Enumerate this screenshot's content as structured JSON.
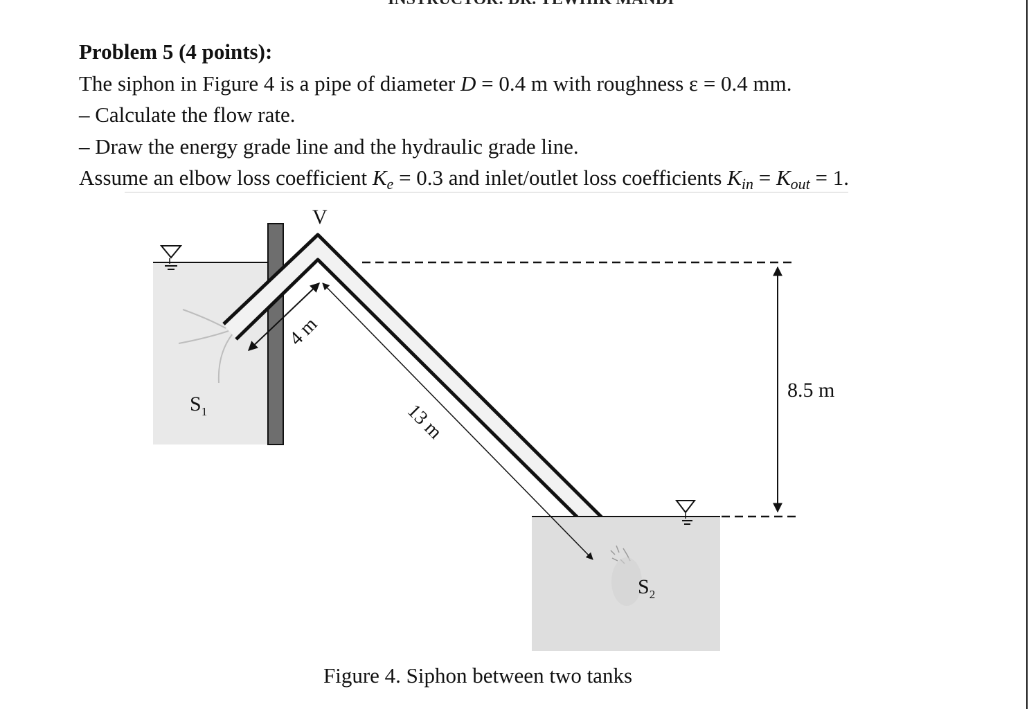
{
  "header_fragment": "INSTRUCTOR: DR. YEWHIK MANDI",
  "problem": {
    "title": "Problem 5 (4 points):",
    "line1_a": "The siphon in Figure 4 is a pipe of diameter ",
    "line1_D": "D",
    "line1_b": " = 0.4 m with roughness ε = 0.4 mm.",
    "task1": "– Calculate the flow rate.",
    "task2": "– Draw the energy grade line and the hydraulic grade line.",
    "line4_a": "Assume an elbow loss coefficient ",
    "K": "K",
    "Ke_sub": "e",
    "line4_b": " = 0.3 and inlet/outlet loss coefficients ",
    "Kin_sub": "in",
    "eq": " = ",
    "Kout_sub": "out",
    "line4_c": " = 1."
  },
  "figure": {
    "label_V": "V",
    "label_4m": "4 m",
    "label_13m": "13 m",
    "label_8_5m": "8.5 m",
    "label_S": "S",
    "label_S1_sub": "1",
    "label_S2_sub": "2",
    "caption": "Figure 4. Siphon between two tanks"
  },
  "colors": {
    "tank_fill": "#e9e9e9",
    "tank2_fill": "#dedede",
    "wall_fill": "#6e6e6e",
    "pipe_stroke": "#111111",
    "text": "#111111"
  }
}
